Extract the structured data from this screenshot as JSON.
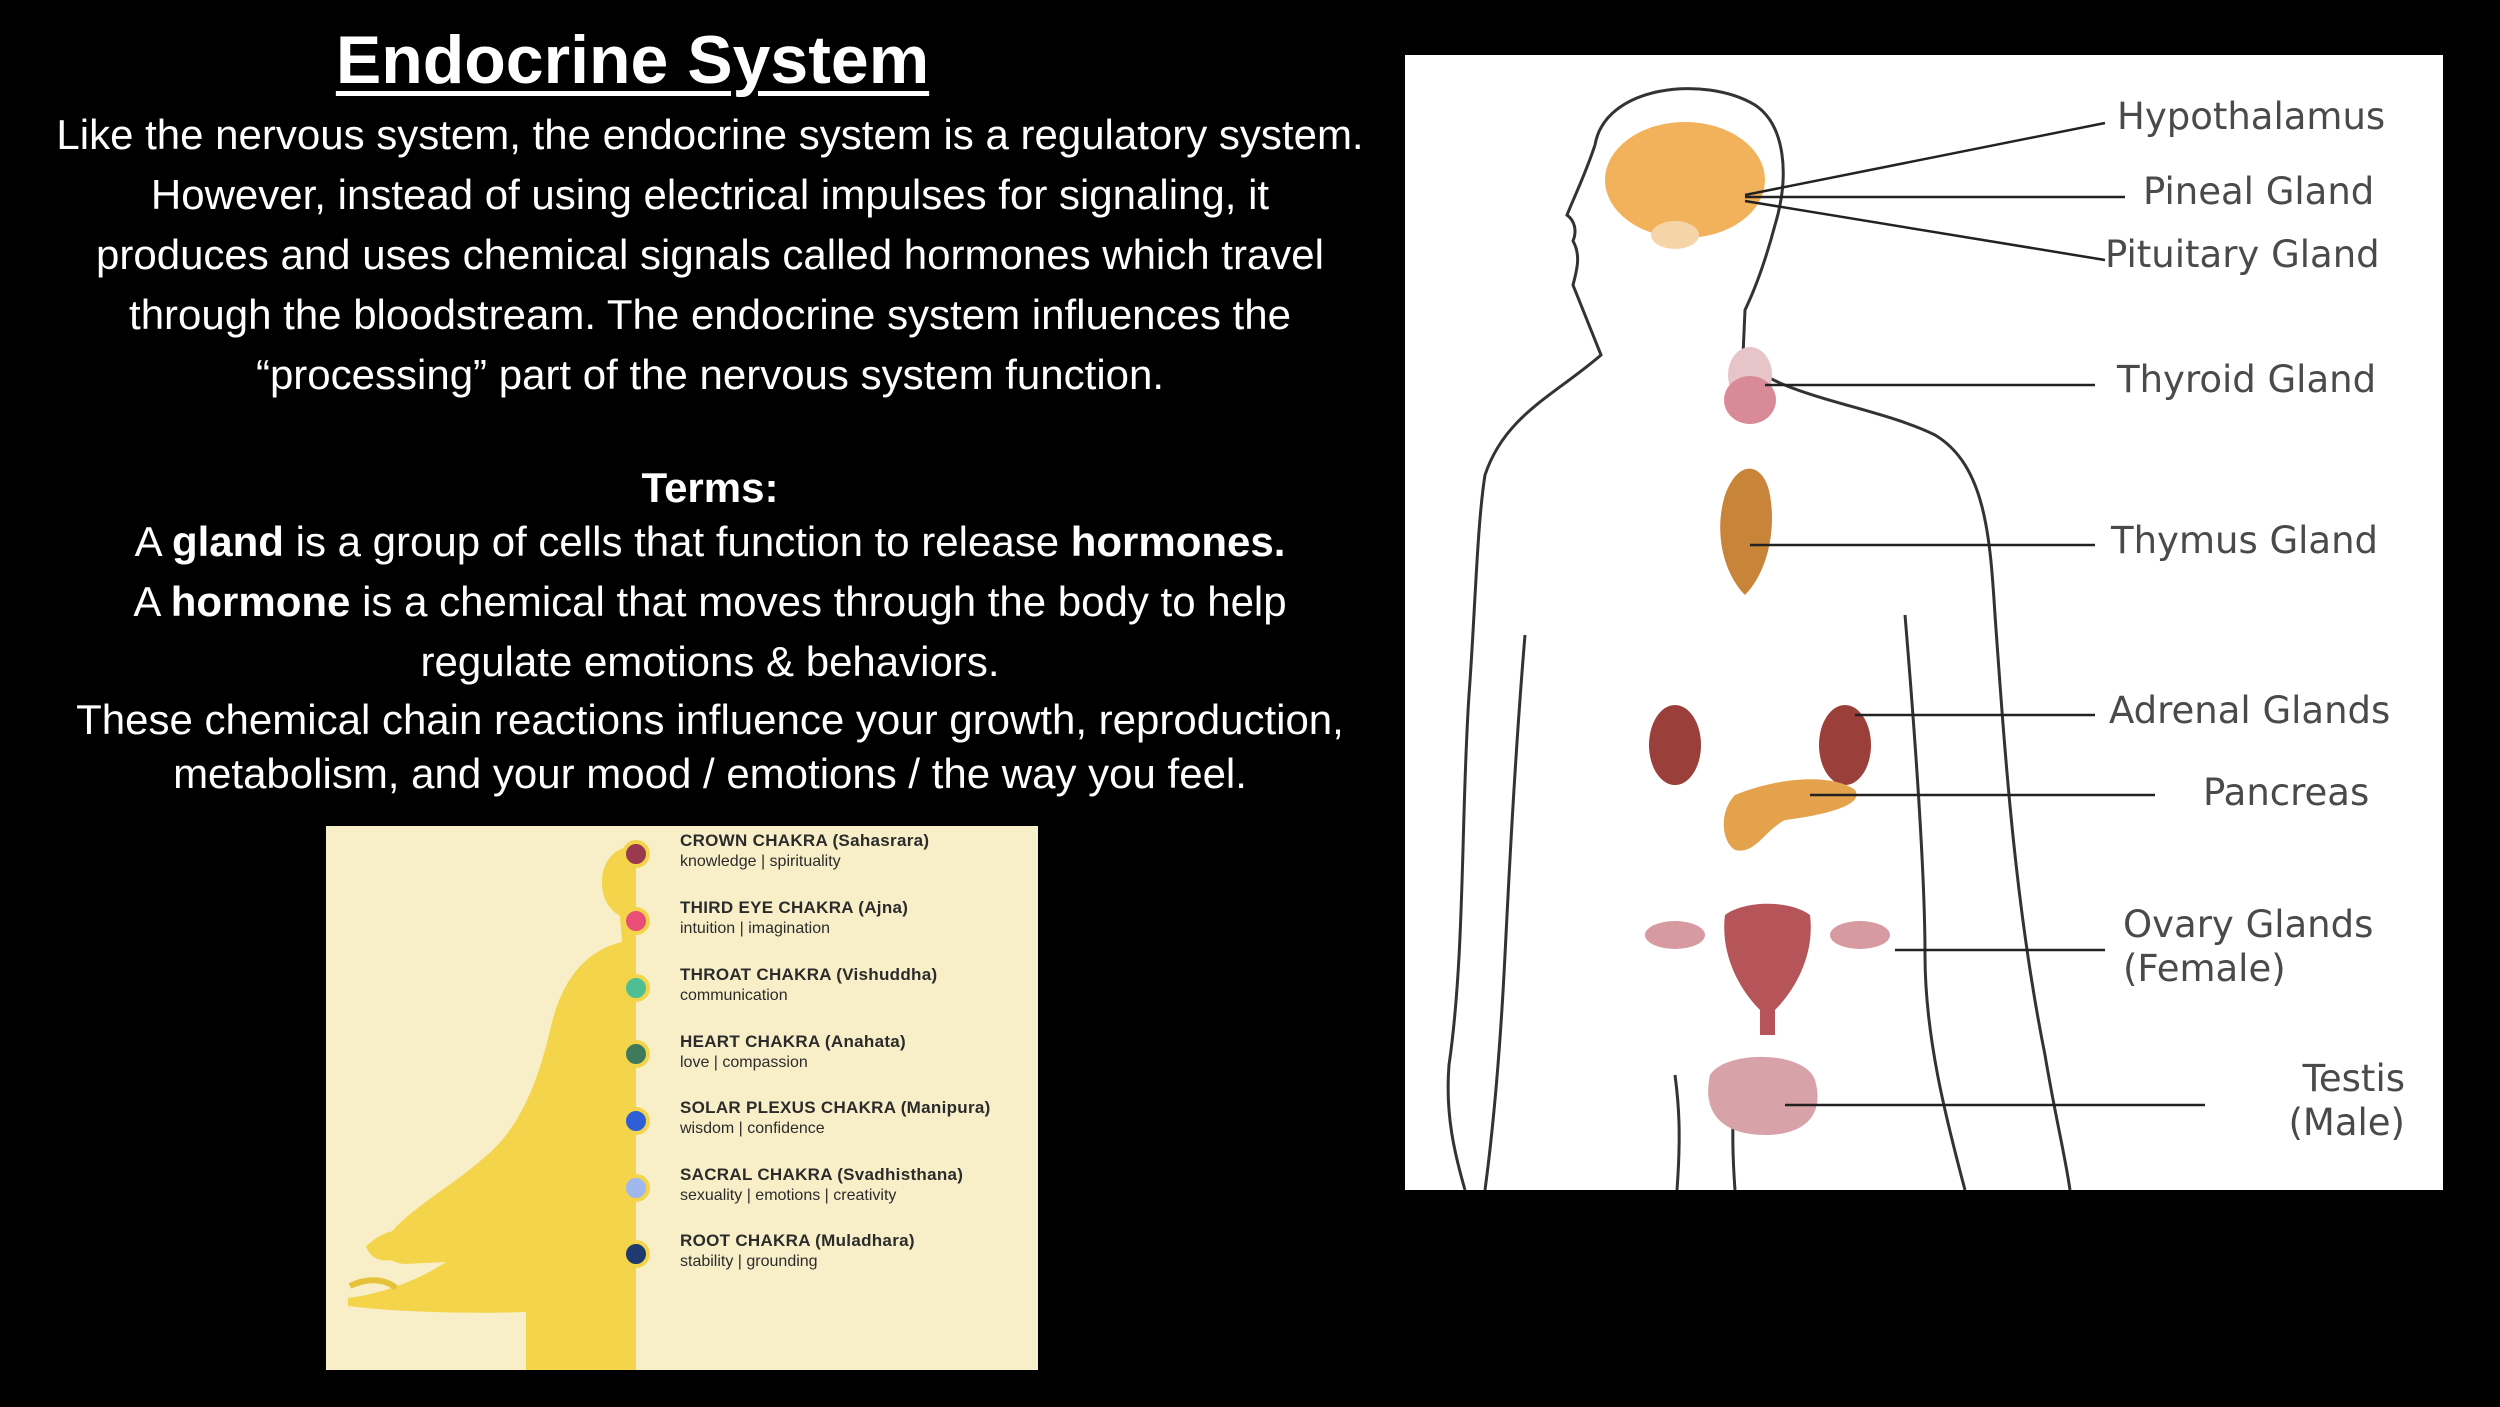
{
  "title": "Endocrine System",
  "intro": {
    "line1": "Like the nervous system, the endocrine system is a regulatory system.",
    "line2": "However, instead of using electrical impulses for signaling, it",
    "line3": "produces and uses chemical signals called hormones which travel",
    "line4": "through the bloodstream. The endocrine system influences the",
    "line5": "“processing” part of the nervous system function."
  },
  "terms": {
    "heading": "Terms:",
    "gland_a": "A ",
    "gland_word": "gland",
    "gland_rest": " is a group of cells that function to release ",
    "hormones_word": "hormones.",
    "hormone_a": "A ",
    "hormone_word": "hormone",
    "hormone_rest": " is a chemical that moves through the body to help",
    "hormone_line2": "regulate emotions & behaviors.",
    "chain_line1": "These chemical chain reactions influence your growth, reproduction,",
    "chain_line2": "metabolism, and your mood / emotions / the way you feel."
  },
  "chakras": [
    {
      "name": "CROWN CHAKRA (Sahasrara)",
      "desc": "knowledge | spirituality",
      "color": "#9b3a4e"
    },
    {
      "name": "THIRD EYE CHAKRA (Ajna)",
      "desc": "intuition | imagination",
      "color": "#e94e77"
    },
    {
      "name": "THROAT CHAKRA (Vishuddha)",
      "desc": "communication",
      "color": "#4dbf93"
    },
    {
      "name": "HEART CHAKRA (Anahata)",
      "desc": "love | compassion",
      "color": "#3f7a5c"
    },
    {
      "name": "SOLAR PLEXUS CHAKRA (Manipura)",
      "desc": "wisdom | confidence",
      "color": "#2f5fd6"
    },
    {
      "name": "SACRAL CHAKRA (Svadhisthana)",
      "desc": "sexuality | emotions | creativity",
      "color": "#9fb7ef"
    },
    {
      "name": "ROOT CHAKRA (Muladhara)",
      "desc": "stability | grounding",
      "color": "#1f3a6e"
    }
  ],
  "diagram": {
    "labels": {
      "hypothalamus": "Hypothalamus",
      "pineal": "Pineal Gland",
      "pituitary": "Pituitary Gland",
      "thyroid": "Thyroid Gland",
      "thymus": "Thymus Gland",
      "adrenal": "Adrenal Glands",
      "pancreas": "Pancreas",
      "ovary": "Ovary Glands",
      "ovary_note": "(Female)",
      "testis": "Testis",
      "testis_note": "(Male)"
    }
  }
}
